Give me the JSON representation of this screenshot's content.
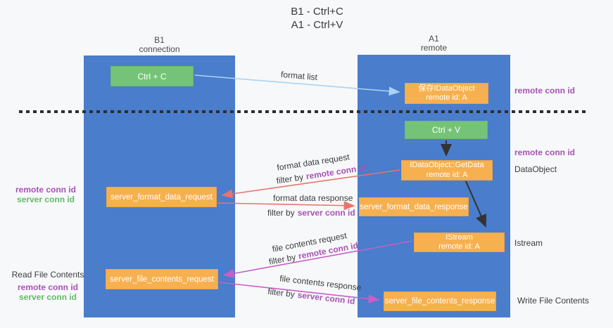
{
  "title": {
    "line1": "B1 - Ctrl+C",
    "line2": "A1 - Ctrl+V"
  },
  "lanes": {
    "left": {
      "name": "B1",
      "role": "connection"
    },
    "right": {
      "name": "A1",
      "role": "remote"
    }
  },
  "nodes": {
    "ctrl_c": {
      "label": "Ctrl + C"
    },
    "save_dataobject": {
      "line1": "保存IDataObject",
      "line2": "remote id: A"
    },
    "ctrl_v": {
      "label": "Ctrl + V"
    },
    "getdata": {
      "line1": "IDataObject::GetData",
      "line2": "remote id: A"
    },
    "server_format_data_request": {
      "label": "server_format_data_request"
    },
    "server_format_data_response": {
      "label": "server_format_data_response"
    },
    "istream": {
      "line1": "IStream",
      "line2": "remote id: A"
    },
    "server_file_contents_request": {
      "label": "server_file_contents_request"
    },
    "server_file_contents_response": {
      "label": "server_file_contents_response"
    }
  },
  "edge_labels": {
    "format_list": "format list",
    "format_data_request": "format data request",
    "format_data_response": "format data response",
    "file_contents_request": "file contents request",
    "file_contents_response": "file contents response",
    "filter_prefix": "filter by",
    "remote_conn_id": "remote conn id",
    "server_conn_id": "server conn id"
  },
  "annotations": {
    "remote_conn_id_top": "remote conn id",
    "remote_conn_id_mid": "remote conn id",
    "dataobject": "DataObject",
    "istream": "Istream",
    "write_file_contents": "Write File Contents",
    "read_file_contents": "Read File Contents",
    "left_top": {
      "remote": "remote conn id",
      "server": "server conn id"
    },
    "left_bottom": {
      "remote": "remote conn id",
      "server": "server conn id"
    }
  },
  "colors": {
    "lane_blue": "#4a7dcb",
    "node_orange": "#f7b04f",
    "node_green": "#75c378",
    "arrow_light_blue": "#a8d3f4",
    "arrow_red": "#e7756b",
    "arrow_magenta": "#c75fc7",
    "arrow_black": "#333333",
    "text_purple": "#a752b5",
    "text_green": "#64bb66",
    "background": "#f7f8fa"
  }
}
